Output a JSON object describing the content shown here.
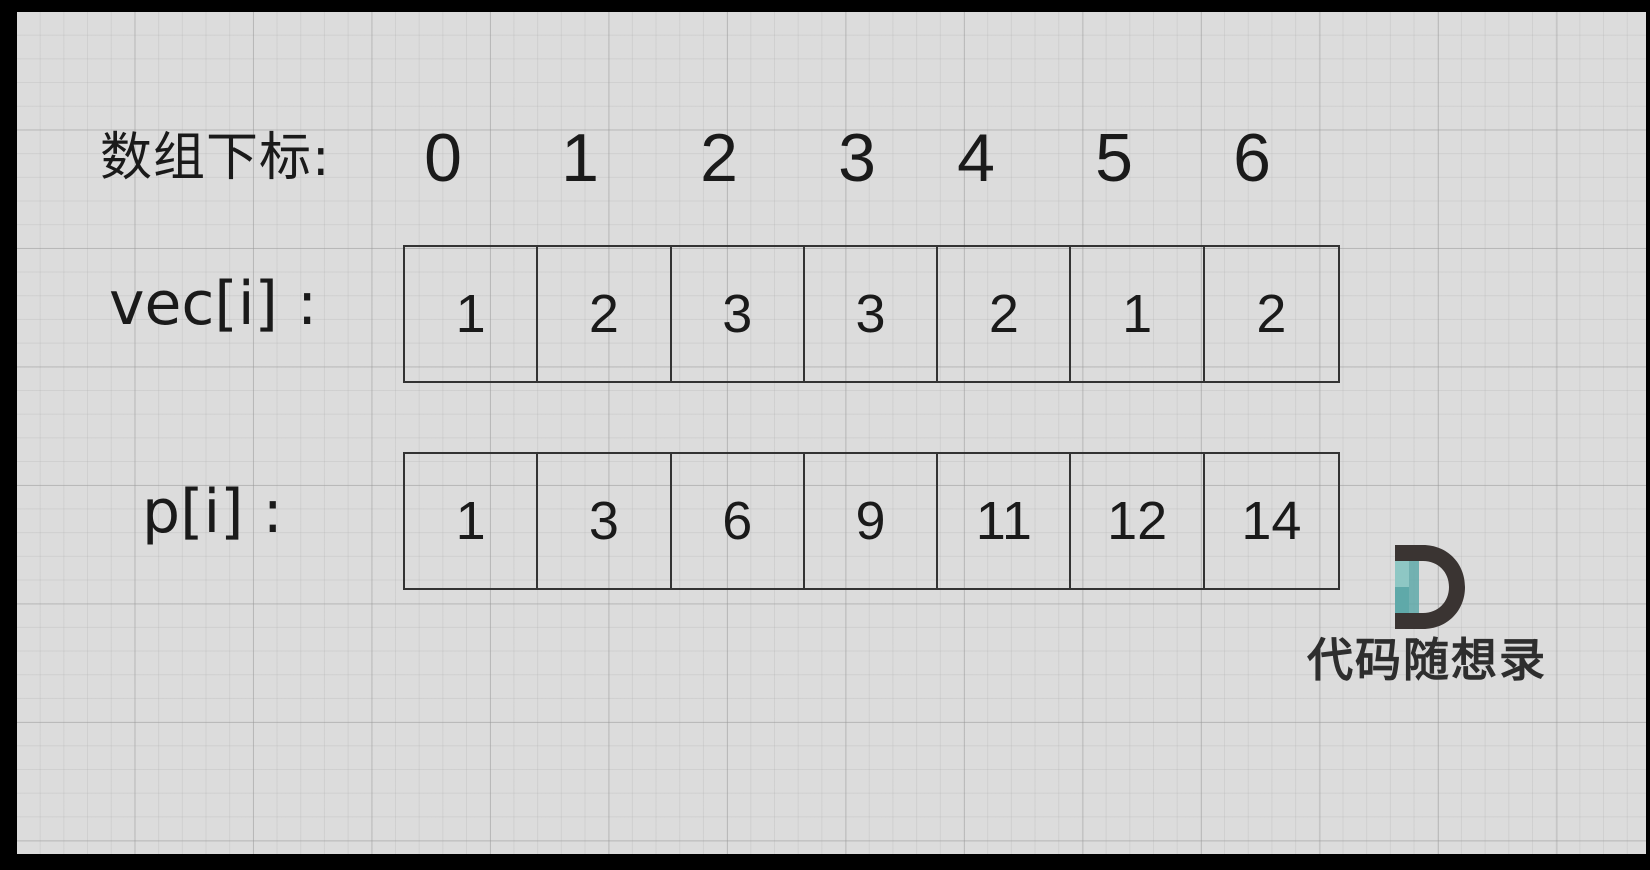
{
  "index_label": "数组下标:",
  "indices": [
    "0",
    "1",
    "2",
    "3",
    "4",
    "5",
    "6"
  ],
  "vec_label": "vec[i] :",
  "vec_values": [
    "1",
    "2",
    "3",
    "3",
    "2",
    "1",
    "2"
  ],
  "p_label": "p[i] :",
  "p_values": [
    "1",
    "3",
    "6",
    "9",
    "11",
    "12",
    "14"
  ],
  "watermark": {
    "text": "代码随想录",
    "icon": "letter-d-logo",
    "colors": {
      "dark": "#3a3432",
      "teal": "#5fa9a9",
      "light_teal": "#8ec7c4"
    }
  }
}
